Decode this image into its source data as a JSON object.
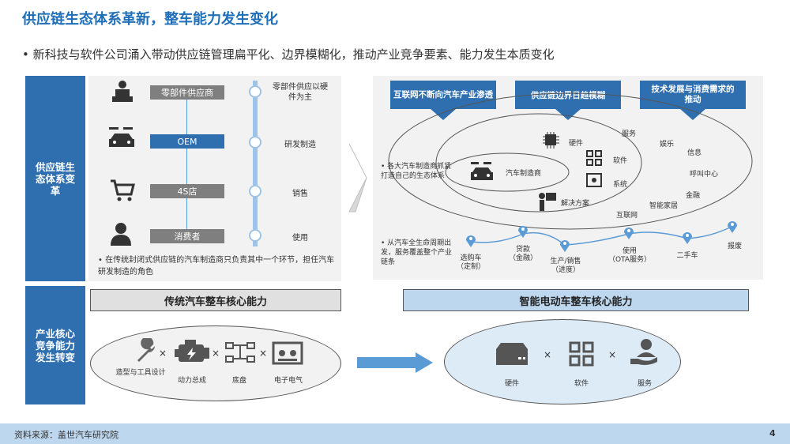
{
  "title": "供应链生态体系革新，整车能力发生变化",
  "bullet": "新科技与软件公司涌入带动供应链管理扁平化、边界模糊化，推动产业竞争要素、能力发生本质变化",
  "section1": {
    "label": "供应链生态体系变革",
    "chain": [
      {
        "box": "零部件供应商",
        "desc": "零部件供应以硬件为主"
      },
      {
        "box": "OEM",
        "desc": "研发制造"
      },
      {
        "box": "4S店",
        "desc": "销售"
      },
      {
        "box": "消费者",
        "desc": "使用"
      }
    ],
    "note": "在传统封闭式供应链的汽车制造商只负责其中一个环节，担任汽车研发制造的角色"
  },
  "right_top": {
    "headers": [
      "互联网不断向汽车产业渗透",
      "供应链边界日趋模糊",
      "技术发展与消费需求的推动"
    ],
    "bullet1": "各大汽车制造商抓紧打造自己的生态体系",
    "center": "汽车制造商",
    "inner": [
      "硬件",
      "软件",
      "系统",
      "解决方案"
    ],
    "outer": [
      "服务",
      "娱乐",
      "信息",
      "呼叫中心",
      "金融",
      "智能家居",
      "互联网"
    ],
    "bullet2": "从汽车全生命周期出发，服务覆盖整个产业链条",
    "lifecycle": [
      {
        "l1": "选购车",
        "l2": "（定制）"
      },
      {
        "l1": "贷款",
        "l2": "（金融）"
      },
      {
        "l1": "生产/销售",
        "l2": "（进度）"
      },
      {
        "l1": "使用",
        "l2": "（OTA服务）"
      },
      {
        "l1": "二手车",
        "l2": ""
      },
      {
        "l1": "报废",
        "l2": ""
      }
    ]
  },
  "section2": {
    "label": "产业核心竞争能力发生转变",
    "left_header": "传统汽车整车核心能力",
    "right_header": "智能电动车整车核心能力",
    "left_items": [
      "造型与工具设计",
      "动力总成",
      "底盘",
      "电子电气"
    ],
    "right_items": [
      "硬件",
      "软件",
      "服务"
    ],
    "times": "×"
  },
  "footer": {
    "source": "资料来源：盖世汽车研究院",
    "page": "4"
  },
  "colors": {
    "blue": "#2f6fb0",
    "title_blue": "#1f6fb8",
    "light_blue": "#bdd7ee",
    "gray": "#7f7f7f"
  }
}
